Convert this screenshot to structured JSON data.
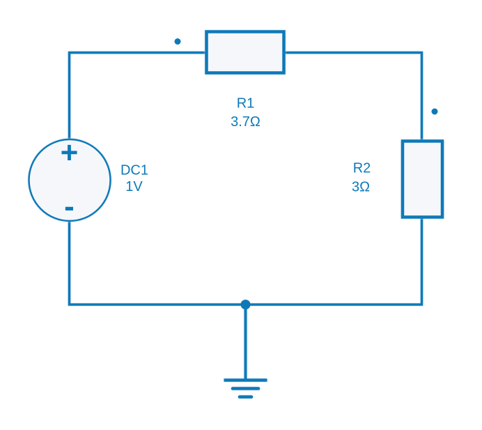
{
  "colors": {
    "wire_blue": "#0E79B8",
    "component_fill": "#F5F7FB",
    "halo_blue": "#BFDCEF",
    "background": "#FFFFFF"
  },
  "components": {
    "dc_source": {
      "designator": "DC1",
      "value": "1V",
      "positive_terminal": "+",
      "negative_terminal": "-"
    },
    "resistor_r1": {
      "designator": "R1",
      "value": "3.7Ω"
    },
    "resistor_r2": {
      "designator": "R2",
      "value": "3Ω"
    },
    "ground": {
      "symbol": "earth-ground-icon"
    }
  }
}
